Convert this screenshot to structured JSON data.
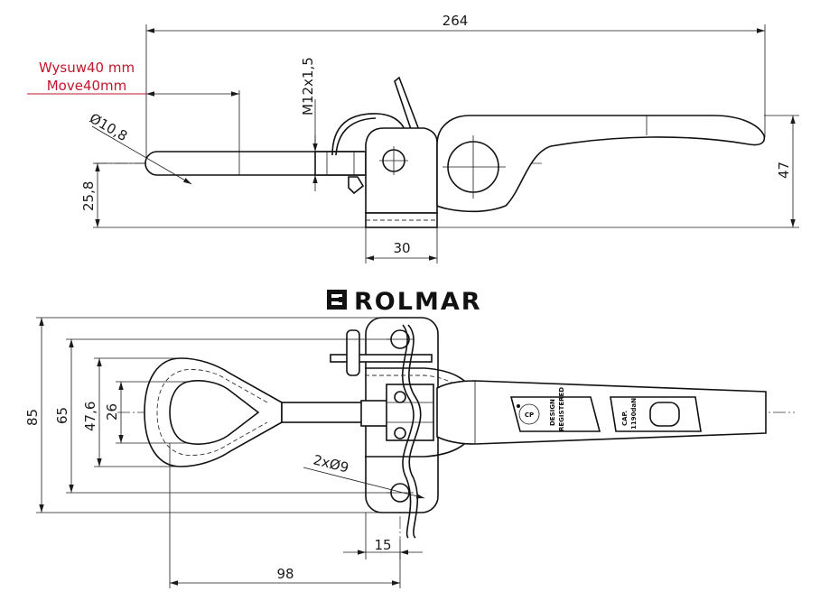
{
  "brand": {
    "name": "ROLMAR"
  },
  "note": {
    "line1": "Wysuw40 mm",
    "line2": "Move40mm",
    "color": "#c0172a"
  },
  "side_view": {
    "overall_length": "264",
    "thread": "M12x1,5",
    "pin_diameter": "Ø10,8",
    "height_axis": "25,8",
    "height": "47",
    "base_width": "30"
  },
  "top_view": {
    "width_outer": "85",
    "hole_spacing": "65",
    "loop_outer": "47,6",
    "loop_inner": "26",
    "holes": "2xØ9",
    "hole_offset": "15",
    "reach": "98"
  },
  "stamps": {
    "design_line1": "DESIGN",
    "design_line2": "REGISTERED",
    "cap_line1": "CAP.",
    "cap_line2": "1190daN"
  },
  "icons": {
    "brand_logo": "rolmar-logo-icon",
    "design_mark": "design-registered-icon"
  }
}
